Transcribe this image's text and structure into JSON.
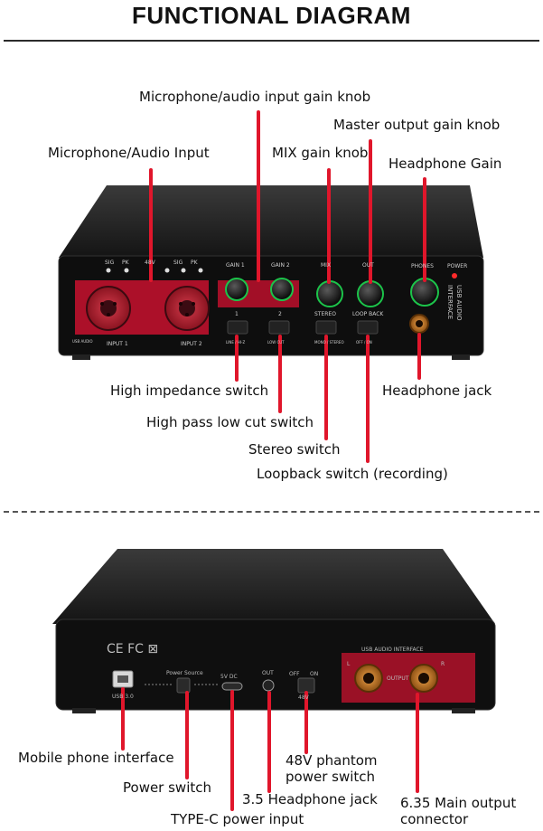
{
  "title": "FUNCTIONAL DIAGRAM",
  "accent_color": "#e0162b",
  "front": {
    "labels": {
      "mic_gain_knob": "Microphone/audio input gain knob",
      "master_gain_knob": "Master output gain knob",
      "mic_input": "Microphone/Audio Input",
      "mix_gain_knob": "MIX gain knob",
      "headphone_gain": "Headphone Gain",
      "high_impedance": "High impedance switch",
      "headphone_jack": "Headphone jack",
      "high_pass": "High pass low cut switch",
      "stereo_switch": "Stereo switch",
      "loopback_switch": "Loopback switch (recording)"
    },
    "panel_text": {
      "sig1": "SIG",
      "pk1": "PK",
      "v48": "48V",
      "sig2": "SIG",
      "pk2": "PK",
      "gain1": "GAIN 1",
      "gain2": "GAIN 2",
      "mix": "MIX",
      "out": "OUT",
      "phones": "PHONES",
      "power": "POWER",
      "btn1": "1",
      "btn2": "2",
      "stereo": "STEREO",
      "loopback": "LOOP BACK",
      "input1": "INPUT 1",
      "input2": "INPUT 2",
      "usb_audio": "USB AUDIO",
      "interface": "INTERFACE",
      "s1": "LINE / HI-Z",
      "s2": "LOW CUT",
      "s3": "MONO / STEREO",
      "s4": "OFF / ON",
      "logo": "USB AUDIO"
    }
  },
  "back": {
    "labels": {
      "mobile_interface": "Mobile phone interface",
      "power_switch": "Power switch",
      "phantom_switch": "48V phantom power switch",
      "headphone_35": "3.5 Headphone jack",
      "typec_input": "TYPE-C power input",
      "main_output": "6.35 Main output connector"
    },
    "panel_text": {
      "certs": "CE FC ⊠",
      "usb_interface": "USB AUDIO INTERFACE",
      "power_source": "Power Source",
      "dc5v": "5V DC",
      "out": "OUT",
      "off": "OFF",
      "on": "ON",
      "v48": "48V",
      "usb30": "USB 3.0",
      "output": "OUTPUT",
      "l": "L",
      "r": "R"
    }
  }
}
